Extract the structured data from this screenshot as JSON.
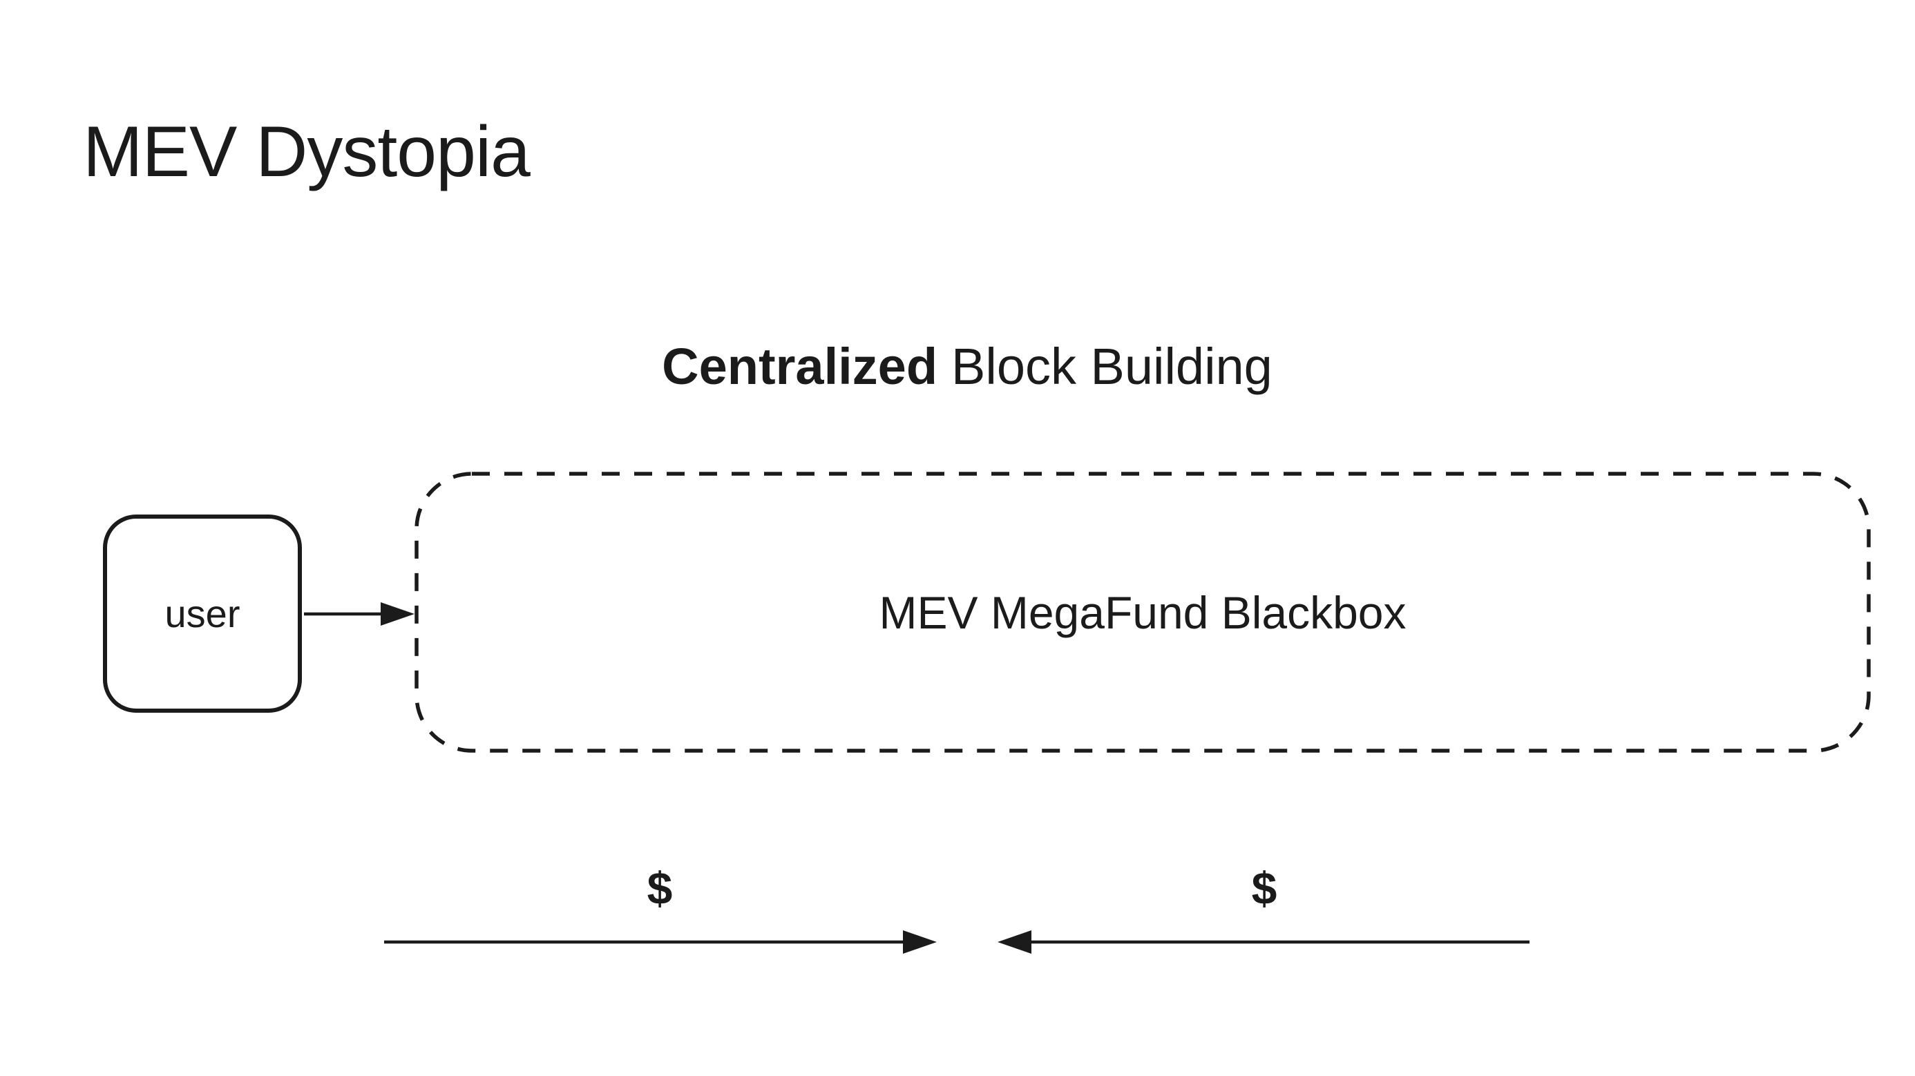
{
  "title": "MEV Dystopia",
  "heading": {
    "bold": "Centralized",
    "regular": "Block Building"
  },
  "nodes": {
    "user": {
      "label": "user"
    },
    "blackbox": {
      "label": "MEV MegaFund Blackbox"
    }
  },
  "flows": {
    "user_to_blackbox": {
      "label": "",
      "direction": "right"
    },
    "left_money": {
      "label": "$",
      "direction": "right"
    },
    "right_money": {
      "label": "$",
      "direction": "left"
    }
  },
  "colors": {
    "background": "#ffffff",
    "ink": "#1b1b1b"
  }
}
